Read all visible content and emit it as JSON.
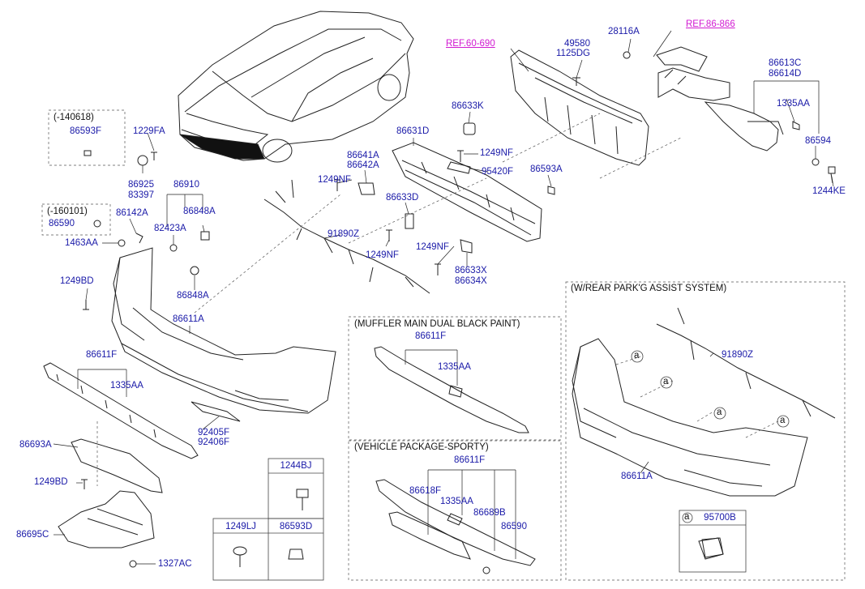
{
  "refs": {
    "ref1": "REF.60-690",
    "ref2": "REF.86-866"
  },
  "boxes": {
    "b140618": {
      "title": "(-140618)",
      "part": "86593F"
    },
    "b160101": {
      "title": "(-160101)",
      "part": "86590"
    },
    "muffler": {
      "title": "(MUFFLER MAIN DUAL BLACK PAINT)",
      "p1": "86611F",
      "p2": "1335AA"
    },
    "sporty": {
      "title": "(VEHICLE PACKAGE-SPORTY)",
      "p1": "86611F",
      "p2": "86618F",
      "p3": "1335AA",
      "p4": "86689B",
      "p5": "86590"
    },
    "parkassist": {
      "title": "(W/REAR PARK'G ASSIST SYSTEM)",
      "p1": "91890Z",
      "p2": "86611A",
      "circle": "a"
    },
    "legend": {
      "a": "1244BJ",
      "b": "1249LJ",
      "c": "86593D",
      "d": "95700B",
      "circle": "a"
    }
  },
  "labels": {
    "l49580": "49580",
    "l1125DG": "1125DG",
    "l28116A": "28116A",
    "l86613C": "86613C",
    "l86614D": "86614D",
    "l1335AA_r": "1335AA",
    "l86594": "86594",
    "l1244KE": "1244KE",
    "l86633K": "86633K",
    "l86631D": "86631D",
    "l1249NF_a": "1249NF",
    "l95420F": "95420F",
    "l86593A": "86593A",
    "l86641A": "86641A",
    "l86642A": "86642A",
    "l1249NF_b": "1249NF",
    "l86633D": "86633D",
    "l91890Z": "91890Z",
    "l1249NF_c": "1249NF",
    "l1249NF_d": "1249NF",
    "l86633X": "86633X",
    "l86634X": "86634X",
    "l1229FA": "1229FA",
    "l86925": "86925",
    "l83397": "83397",
    "l86910": "86910",
    "l86142A": "86142A",
    "l82423A": "82423A",
    "l86848A_a": "86848A",
    "l86848A_b": "86848A",
    "l1463AA": "1463AA",
    "l1249BD_a": "1249BD",
    "l86611A": "86611A",
    "l86611F": "86611F",
    "l1335AA_l": "1335AA",
    "l92405F": "92405F",
    "l92406F": "92406F",
    "l86693A": "86693A",
    "l1249BD_b": "1249BD",
    "l86695C": "86695C",
    "l1327AC": "1327AC"
  }
}
